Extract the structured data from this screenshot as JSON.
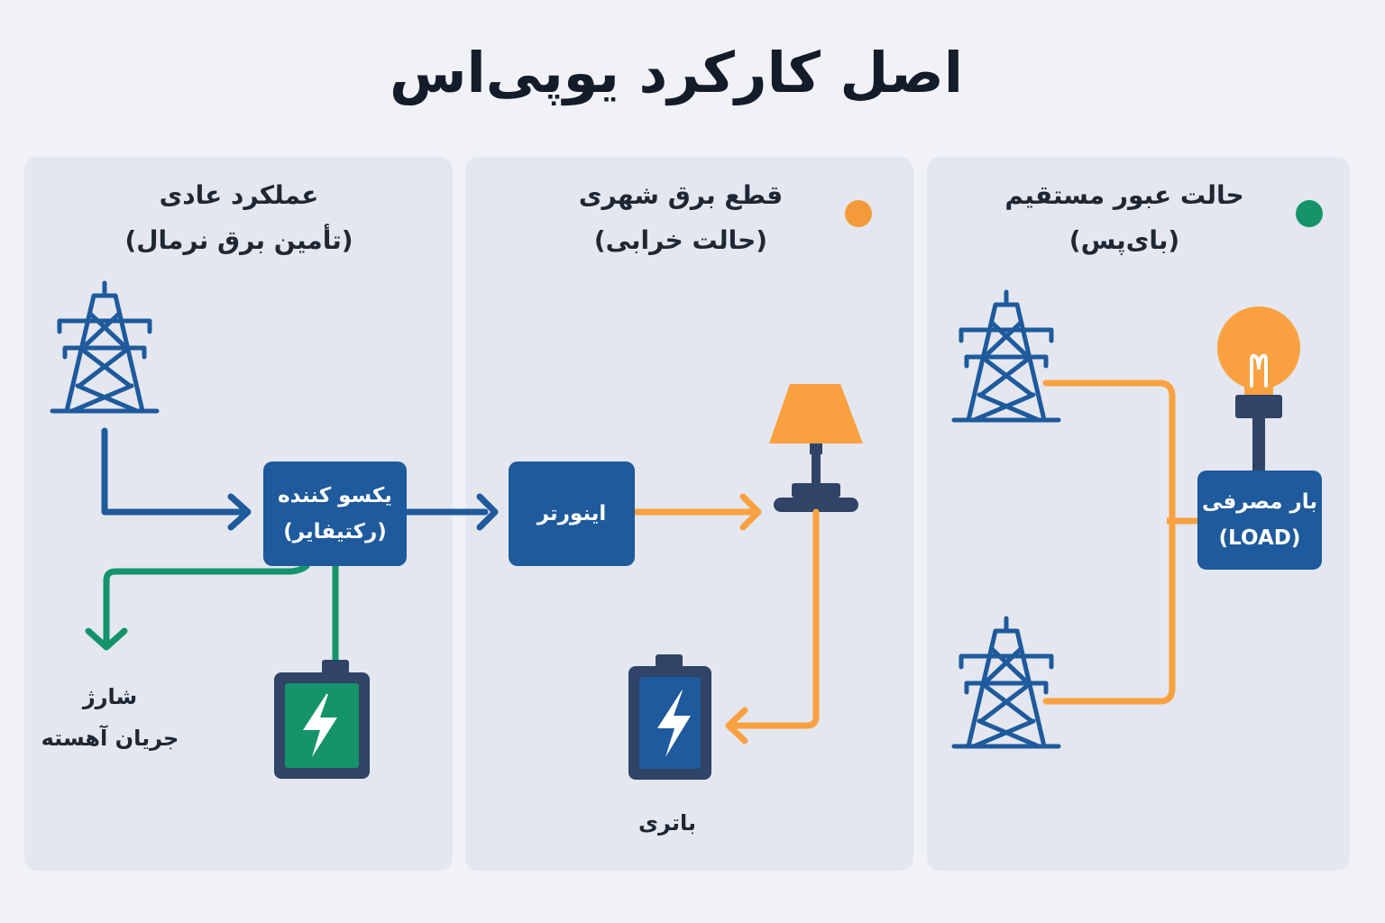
{
  "title": "اصل کارکرد یوپی‌اس",
  "panels": {
    "normal": {
      "heading_line1": "عملکرد عادی",
      "heading_line2": "(تأمین برق نرمال)",
      "rectifier_line1": "یکسو کننده",
      "rectifier_line2": "(رکتیفایر)",
      "charge_line1": "شارژ",
      "charge_line2": "جریان آهسته"
    },
    "outage": {
      "heading_line1": "قطع برق شهری",
      "heading_line2": "(حالت خرابی)",
      "inverter": "اینورتر",
      "battery": "باتری",
      "indicator_color": "#f59a3a"
    },
    "bypass": {
      "heading_line1": "حالت عبور مستقیم",
      "heading_line2": "(بای‌پس)",
      "load_line1": "بار مصرفی",
      "load_line2": "(LOAD)",
      "indicator_color": "#15936a"
    }
  },
  "colors": {
    "blue": "#1e5a9c",
    "green": "#15936a",
    "orange": "#f9a140",
    "dark": "#2f4466"
  },
  "icons": [
    "power-tower-icon",
    "battery-icon",
    "lamp-icon",
    "light-bulb-icon",
    "bolt-icon"
  ]
}
